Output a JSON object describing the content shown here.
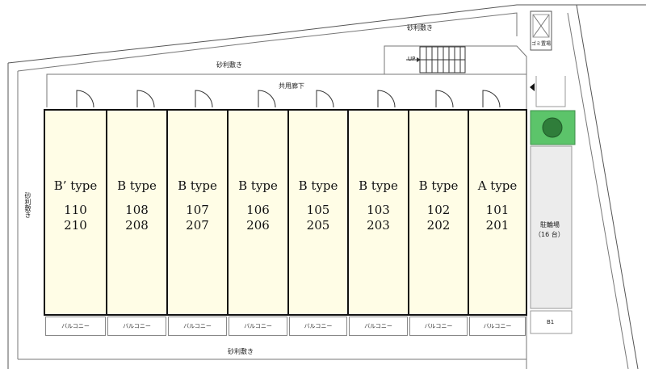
{
  "labels": {
    "gravel_top_right": "砂利敷き",
    "gravel_top": "砂利敷き",
    "gravel_left": "砂利敷き",
    "gravel_bottom": "砂利敷き",
    "corridor": "共用廊下",
    "stairs_up": "UP",
    "garbage": "ゴミ置場",
    "bike_parking": "駐輪場",
    "bike_capacity": "（16 台）",
    "bike_b1": "B1"
  },
  "units": [
    {
      "type": "B’ type",
      "room1": "110",
      "room2": "210"
    },
    {
      "type": "B type",
      "room1": "108",
      "room2": "208"
    },
    {
      "type": "B type",
      "room1": "107",
      "room2": "207"
    },
    {
      "type": "B type",
      "room1": "106",
      "room2": "206"
    },
    {
      "type": "B type",
      "room1": "105",
      "room2": "205"
    },
    {
      "type": "B type",
      "room1": "103",
      "room2": "203"
    },
    {
      "type": "B type",
      "room1": "102",
      "room2": "202"
    },
    {
      "type": "A type",
      "room1": "101",
      "room2": "201"
    }
  ],
  "balconies": [
    "バルコニー",
    "バルコニー",
    "バルコニー",
    "バルコニー",
    "バルコニー",
    "バルコニー",
    "バルコニー",
    "バルコニー"
  ],
  "colors": {
    "unit_fill": "#fffde6",
    "green_area": "#5cc46a",
    "bike_area": "#ececec"
  }
}
